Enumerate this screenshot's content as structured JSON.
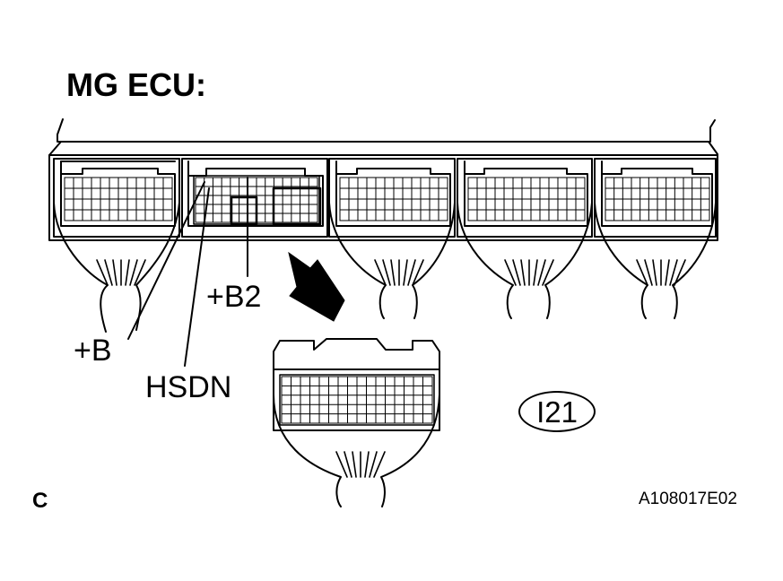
{
  "diagram": {
    "title": "MG ECU:",
    "pin_labels": {
      "plus_b2": "+B2",
      "plus_b": "+B",
      "hsdn": "HSDN"
    },
    "connector_id": "I21",
    "corner_letter": "C",
    "figure_code": "A108017E02",
    "ecu_connector_count": 5
  }
}
